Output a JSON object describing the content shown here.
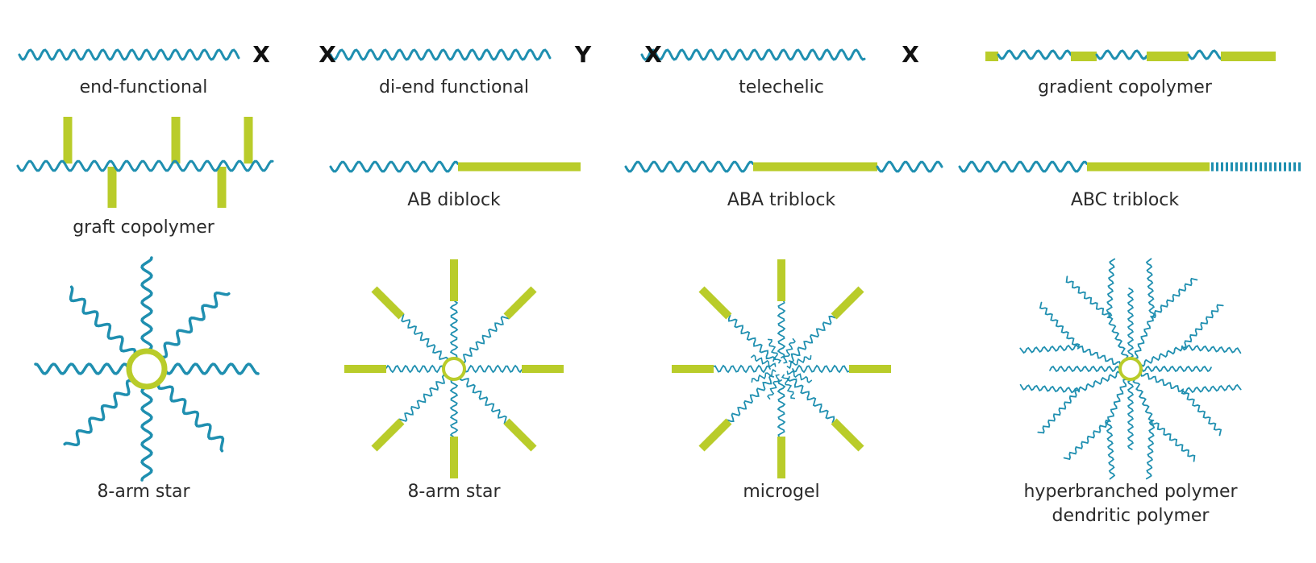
{
  "colors": {
    "chain": "#1f8fb0",
    "block": "#b9cc2a",
    "text": "#2b2b2b",
    "end_group": "#111111"
  },
  "panels": {
    "end_functional": {
      "label": "end-functional",
      "end_right": "X"
    },
    "di_end_functional": {
      "label": "di-end functional",
      "end_left": "X",
      "end_right": "Y"
    },
    "telechelic": {
      "label": "telechelic",
      "end_left": "X",
      "end_right": "X"
    },
    "gradient_copolymer": {
      "label": "gradient copolymer"
    },
    "graft_copolymer": {
      "label": "graft copolymer"
    },
    "ab_diblock": {
      "label": "AB diblock"
    },
    "aba_triblock": {
      "label": "ABA triblock"
    },
    "abc_triblock": {
      "label": "ABC triblock"
    },
    "star_a": {
      "label": "8-arm star"
    },
    "star_b": {
      "label": "8-arm star"
    },
    "microgel": {
      "label": "microgel"
    },
    "hyperbranched": {
      "label_line1": "hyperbranched polymer",
      "label_line2": "dendritic polymer"
    }
  }
}
